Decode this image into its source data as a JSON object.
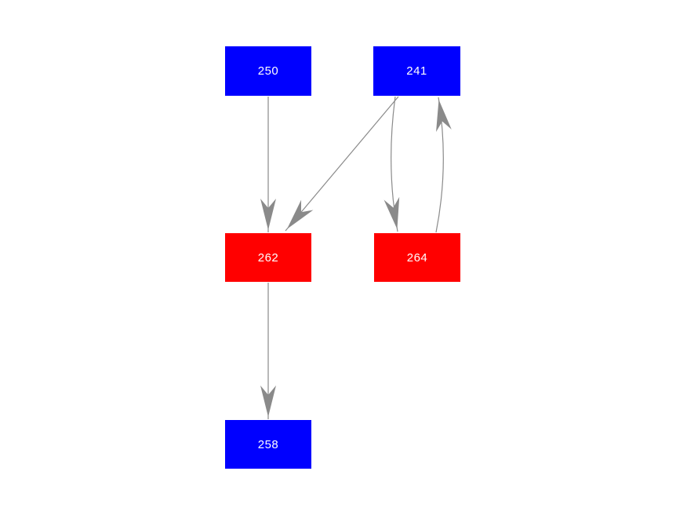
{
  "diagram": {
    "type": "directed-graph",
    "background_color": "#ffffff",
    "edge_color": "#8a8a8a",
    "node_text_color": "#ffffff",
    "node_colors": {
      "blue": "#0000ff",
      "red": "#ff0000"
    },
    "nodes": [
      {
        "id": "250",
        "label": "250",
        "color": "#0000ff",
        "row": "top",
        "column": "left"
      },
      {
        "id": "241",
        "label": "241",
        "color": "#0000ff",
        "row": "top",
        "column": "right"
      },
      {
        "id": "262",
        "label": "262",
        "color": "#ff0000",
        "row": "middle",
        "column": "left"
      },
      {
        "id": "264",
        "label": "264",
        "color": "#ff0000",
        "row": "middle",
        "column": "right"
      },
      {
        "id": "258",
        "label": "258",
        "color": "#0000ff",
        "row": "bottom",
        "column": "left"
      }
    ],
    "edges": [
      {
        "from": "250",
        "to": "262",
        "style": "straight"
      },
      {
        "from": "241",
        "to": "262",
        "style": "straight-diagonal"
      },
      {
        "from": "241",
        "to": "264",
        "style": "curved-left"
      },
      {
        "from": "264",
        "to": "241",
        "style": "curved-right"
      },
      {
        "from": "262",
        "to": "258",
        "style": "straight"
      }
    ]
  }
}
